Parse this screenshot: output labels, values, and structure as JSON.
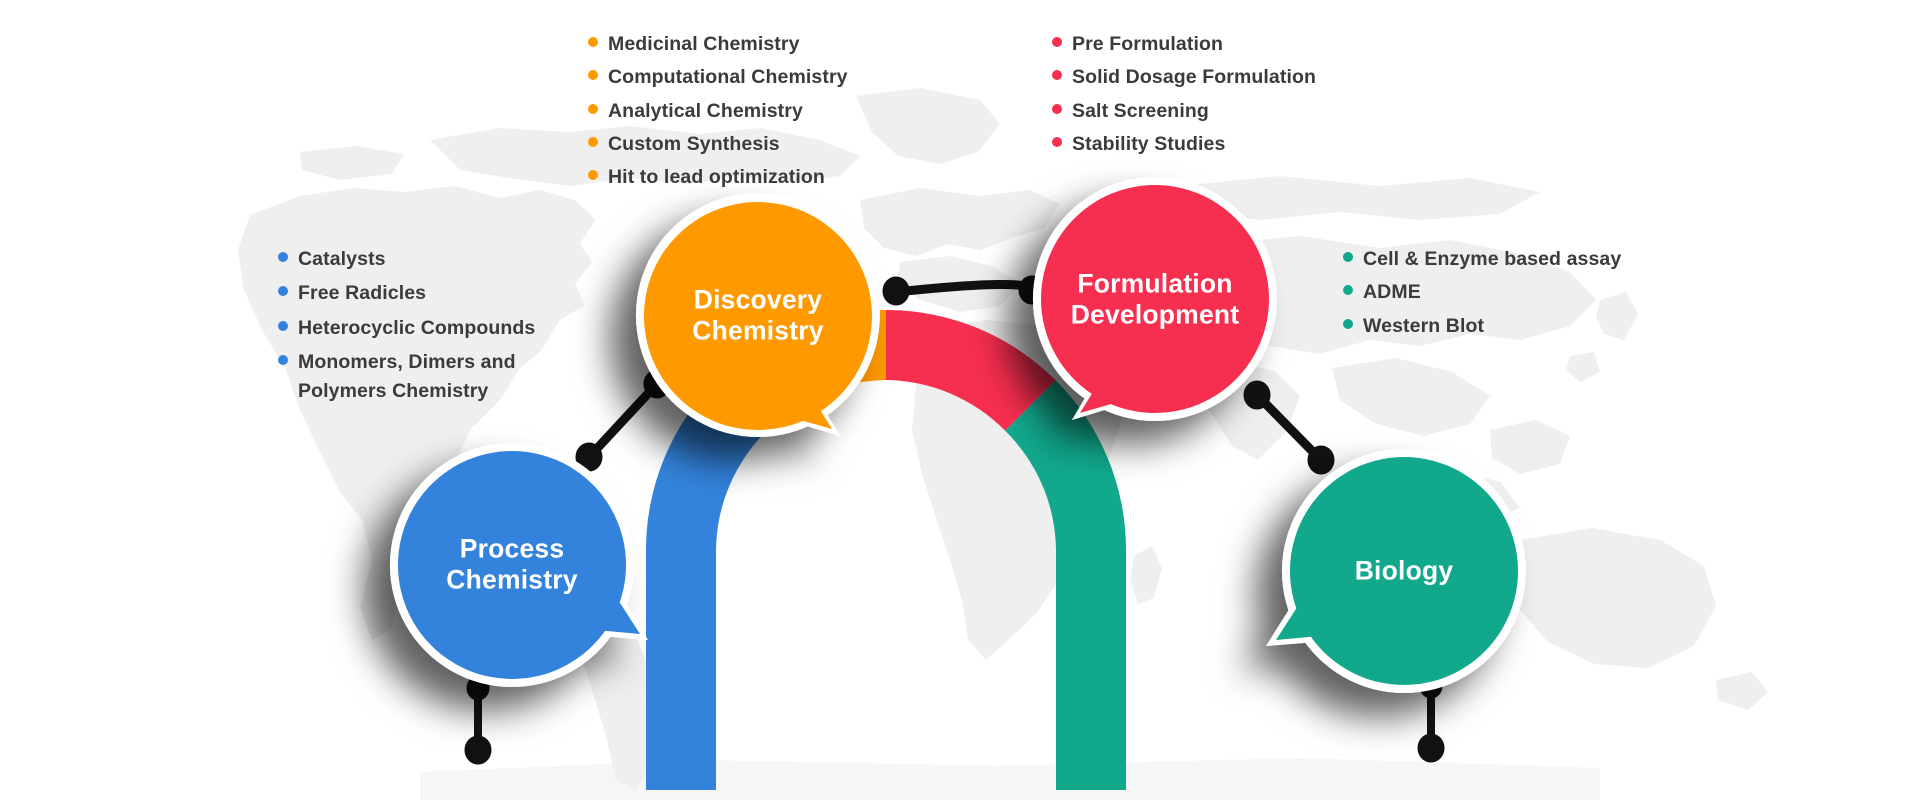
{
  "diagram": {
    "title": "Drug discovery and development services wheel",
    "background": {
      "map_fill": "#efefef",
      "page_bg": "#ffffff"
    },
    "palette": {
      "discovery_orange": "#FF9900",
      "formulation_red": "#F62E4F",
      "process_blue": "#3383DC",
      "biology_teal": "#11A88C",
      "text_dark": "#3b3b3f",
      "connector_black": "#111111",
      "bubble_outline": "#ffffff"
    },
    "nodes": [
      {
        "id": "discovery",
        "label": "Discovery\nChemistry",
        "color": "#FF9900",
        "tail": "down-right"
      },
      {
        "id": "formulation",
        "label": "Formulation\nDevelopment",
        "color": "#F62E4F",
        "tail": "down-left"
      },
      {
        "id": "process",
        "label": "Process\nChemistry",
        "color": "#3383DC",
        "tail": "right"
      },
      {
        "id": "biology",
        "label": "Biology",
        "color": "#11A88C",
        "tail": "left"
      }
    ],
    "lists": {
      "discovery": {
        "color": "#FF9900",
        "items": [
          "Medicinal Chemistry",
          "Computational Chemistry",
          "Analytical Chemistry",
          "Custom Synthesis",
          "Hit to lead optimization"
        ]
      },
      "formulation": {
        "color": "#F62E4F",
        "items": [
          "Pre Formulation",
          "Solid Dosage Formulation",
          "Salt Screening",
          "Stability Studies"
        ]
      },
      "process": {
        "color": "#3383DC",
        "items": [
          "Catalysts",
          "Free Radicles",
          "Heterocyclic Compounds",
          "Monomers, Dimers and\nPolymers Chemistry"
        ]
      },
      "biology": {
        "color": "#11A88C",
        "items": [
          "Cell & Enzyme based assay",
          "ADME",
          "Western Blot"
        ]
      }
    }
  },
  "chart_data": {
    "type": "pie",
    "title": "Services arc",
    "subtype": "semicircular-donut",
    "start_angle_deg": 180,
    "end_angle_deg": 360,
    "categories": [
      "Process Chemistry",
      "Discovery Chemistry",
      "Formulation Development",
      "Biology"
    ],
    "values": [
      25,
      25,
      25,
      25
    ],
    "colors": [
      "#3383DC",
      "#FF9900",
      "#F62E4F",
      "#11A88C"
    ],
    "segment_span_deg": [
      45,
      45,
      45,
      45
    ],
    "legend": "none",
    "grid": false
  }
}
